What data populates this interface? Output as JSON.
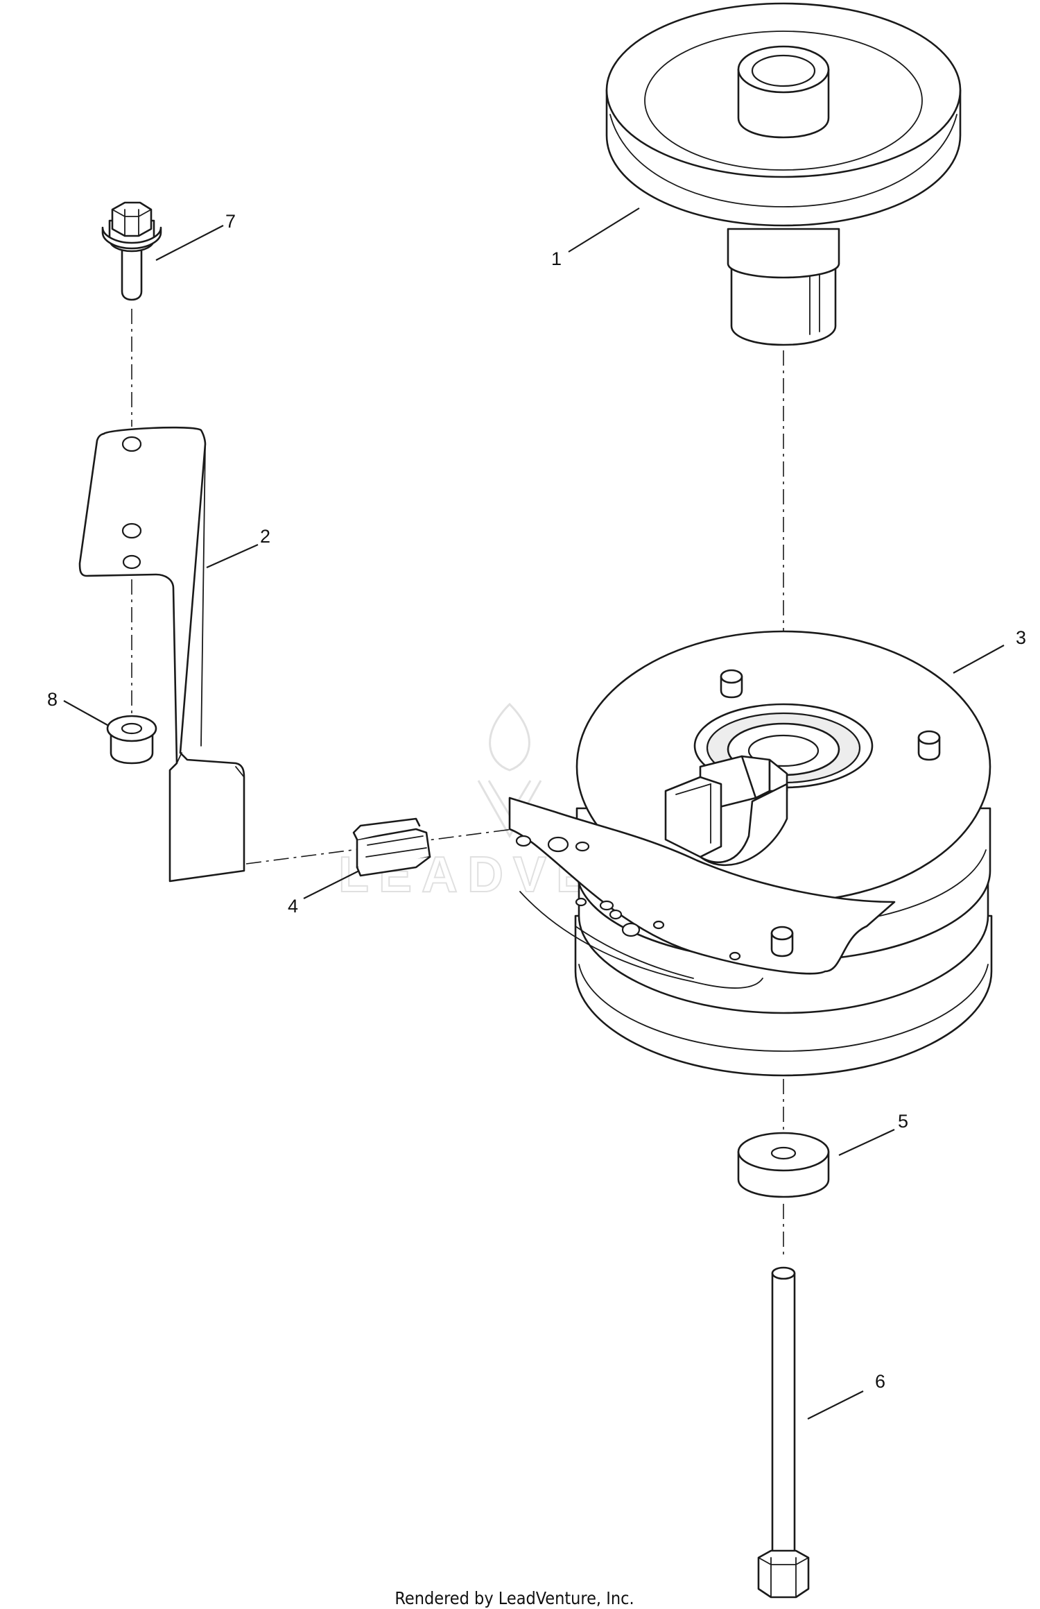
{
  "callouts": {
    "c1": "1",
    "c2": "2",
    "c3": "3",
    "c4": "4",
    "c5": "5",
    "c6": "6",
    "c7": "7",
    "c8": "8"
  },
  "watermark": {
    "text": "LEADVENTURE"
  },
  "footer": {
    "text": "Rendered by LeadVenture, Inc."
  },
  "colors": {
    "line": "#1a1a1a",
    "shade": "#ededed",
    "background": "#ffffff",
    "watermark": "#c8c8c8"
  }
}
